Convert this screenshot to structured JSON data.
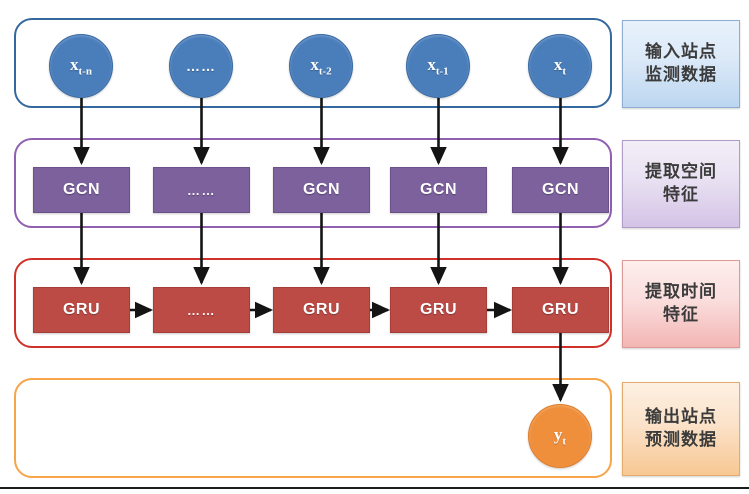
{
  "diagram": {
    "title": "GCN-GRU spatiotemporal prediction architecture",
    "columns": 5,
    "colors": {
      "input_node": "#4a7ebb",
      "gcn_box": "#7c619c",
      "gru_box": "#bc4b46",
      "output_node": "#ef8f3c",
      "panel_input_border": "#35689e",
      "panel_spatial_border": "#8f5fb0",
      "panel_temporal_border": "#d0312a",
      "panel_output_border": "#f7a44a",
      "arrow": "#141414"
    },
    "stages": [
      {
        "key": "input",
        "label_line1": "输入站点",
        "label_line2": "监测数据"
      },
      {
        "key": "spatial",
        "label_line1": "提取空间",
        "label_line2": "特征"
      },
      {
        "key": "temporal",
        "label_line1": "提取时间",
        "label_line2": "特征"
      },
      {
        "key": "output",
        "label_line1": "输出站点",
        "label_line2": "预测数据"
      }
    ],
    "input_nodes": [
      {
        "base": "x",
        "sub": "t-n",
        "ellipsis": false
      },
      {
        "base": "……",
        "sub": "",
        "ellipsis": true
      },
      {
        "base": "x",
        "sub": "t-2",
        "ellipsis": false
      },
      {
        "base": "x",
        "sub": "t-1",
        "ellipsis": false
      },
      {
        "base": "x",
        "sub": "t",
        "ellipsis": false
      }
    ],
    "gcn_boxes": [
      {
        "label": "GCN",
        "ellipsis": false
      },
      {
        "label": "……",
        "ellipsis": true
      },
      {
        "label": "GCN",
        "ellipsis": false
      },
      {
        "label": "GCN",
        "ellipsis": false
      },
      {
        "label": "GCN",
        "ellipsis": false
      }
    ],
    "gru_boxes": [
      {
        "label": "GRU",
        "ellipsis": false
      },
      {
        "label": "……",
        "ellipsis": true
      },
      {
        "label": "GRU",
        "ellipsis": false
      },
      {
        "label": "GRU",
        "ellipsis": false
      },
      {
        "label": "GRU",
        "ellipsis": false
      }
    ],
    "output_node": {
      "base": "y",
      "sub": "t"
    }
  }
}
